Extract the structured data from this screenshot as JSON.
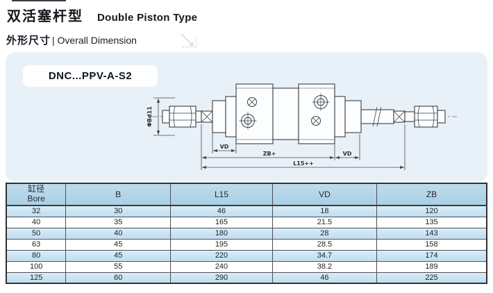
{
  "header": {
    "title_cn": "双活塞杆型",
    "title_en": "Double Piston Type",
    "subtitle_cn": "外形尺寸",
    "subtitle_en": "| Overall Dimension"
  },
  "drawing": {
    "model_label": "DNC...PPV-A-S2",
    "dims": {
      "rod_dia": "ΦBd11",
      "vd_left": "VD",
      "zb": "ZB+",
      "vd_right": "VD",
      "l15": "L15++"
    }
  },
  "table": {
    "bore_header_cn": "缸径",
    "bore_header_en": "Bore",
    "headers": [
      "B",
      "L15",
      "VD",
      "ZB"
    ],
    "rows": [
      [
        "32",
        "30",
        "46",
        "18",
        "120"
      ],
      [
        "40",
        "35",
        "165",
        "21.5",
        "135"
      ],
      [
        "50",
        "40",
        "180",
        "28",
        "143"
      ],
      [
        "63",
        "45",
        "195",
        "28.5",
        "158"
      ],
      [
        "80",
        "45",
        "220",
        "34.7",
        "174"
      ],
      [
        "100",
        "55",
        "240",
        "38.2",
        "189"
      ],
      [
        "125",
        "60",
        "290",
        "46",
        "225"
      ]
    ]
  },
  "colors": {
    "panel_bg": "#e9f1f8",
    "table_header_bg": "#aed3e7",
    "row_alt_top": "#d9edf8",
    "row_alt_bottom": "#c0ddef",
    "table_border": "#4d4d52",
    "drawing_line": "#3b3e42"
  }
}
